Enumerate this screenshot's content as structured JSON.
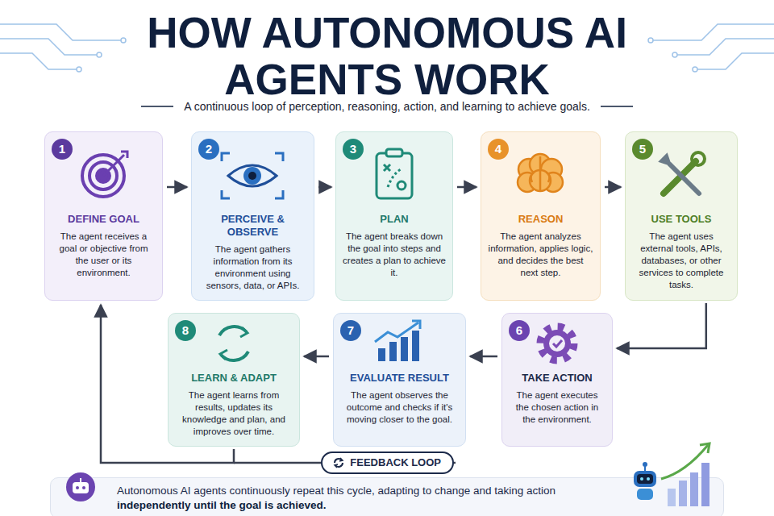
{
  "diagram": {
    "title": "HOW AUTONOMOUS AI AGENTS WORK",
    "caption": "A continuous loop of perception, reasoning, action, and learning to achieve goals.",
    "nodes": [
      {
        "text": [
          "1",
          "DEFINE GOAL",
          "The agent receives a goal or objective from the user or its environment."
        ]
      },
      {
        "text": [
          "2",
          "PERCEIVE & OBSERVE",
          "The agent gathers information from its environment using sensors, data, or APIs."
        ]
      },
      {
        "text": [
          "3",
          "PLAN",
          "The agent breaks down the goal into steps and creates a plan to achieve it."
        ]
      },
      {
        "text": [
          "4",
          "REASON",
          "The agent analyzes information, applies logic, and decides the best next step."
        ]
      },
      {
        "text": [
          "5",
          "USE TOOLS",
          "The agent uses external tools, APIs, databases, or other services to complete tasks."
        ]
      },
      {
        "text": [
          "6",
          "TAKE ACTION",
          "The agent executes the chosen action in the environment."
        ]
      },
      {
        "text": [
          "7",
          "EVALUATE RESULT",
          "The agent observes the outcome and checks if it's moving closer to the goal."
        ]
      },
      {
        "text": [
          "8",
          "LEARN & ADAPT",
          "The agent learns from results, updates its knowledge and plan, and improves over time."
        ]
      },
      {
        "text": [
          "Autonomous AI agents continuously repeat this cycle, adapting to change and taking action",
          "independently until the goal is achieved."
        ]
      }
    ],
    "edges": [
      {
        "from": 0,
        "to": 1,
        "arrow": "to"
      },
      {
        "from": 1,
        "to": 2,
        "arrow": "to"
      },
      {
        "from": 2,
        "to": 3,
        "arrow": "to"
      },
      {
        "from": 3,
        "to": 4,
        "arrow": "to"
      },
      {
        "from": 4,
        "to": 5,
        "arrow": "to"
      },
      {
        "from": 5,
        "to": 6,
        "arrow": "to"
      },
      {
        "from": 6,
        "to": 7,
        "arrow": "to"
      },
      {
        "from": 7,
        "to": 0,
        "label": "FEEDBACK LOOP",
        "arrow": "to"
      }
    ]
  }
}
